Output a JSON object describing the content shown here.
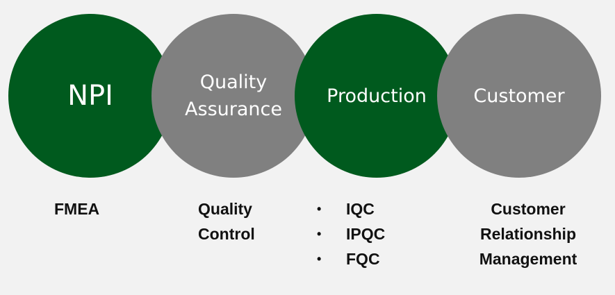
{
  "stages": [
    {
      "title_lines": [
        "NPI"
      ],
      "color": "#005a1e"
    },
    {
      "title_lines": [
        "Quality",
        "Assurance"
      ],
      "color": "#808080"
    },
    {
      "title_lines": [
        "Production"
      ],
      "color": "#005a1e"
    },
    {
      "title_lines": [
        "Customer"
      ],
      "color": "#808080"
    }
  ],
  "details": {
    "npi": [
      "FMEA"
    ],
    "quality_assurance": [
      "Quality",
      "Control"
    ],
    "production": [
      "IQC",
      "IPQC",
      "FQC"
    ],
    "customer": [
      "Customer",
      "Relationship",
      "Management"
    ]
  },
  "bullet_glyph": "•"
}
